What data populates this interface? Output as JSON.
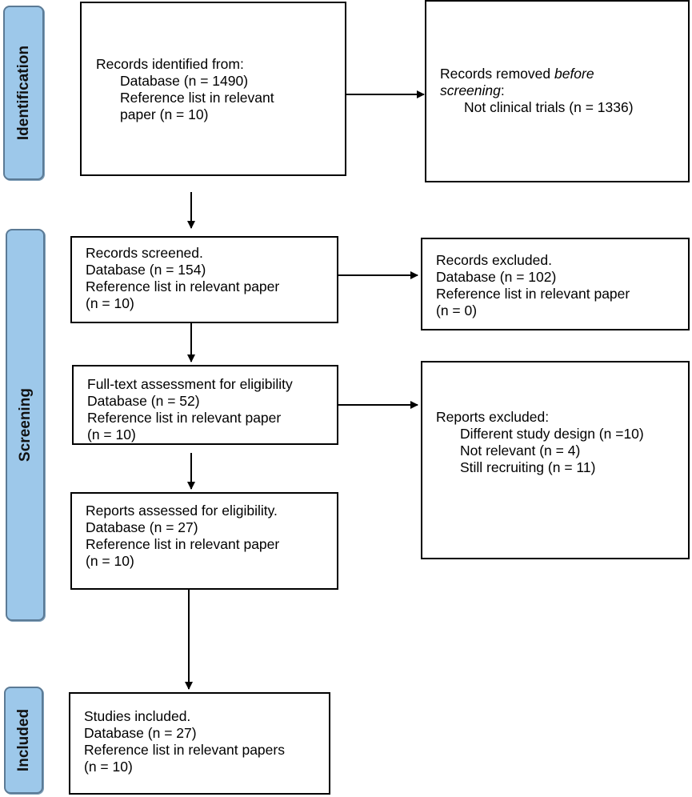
{
  "phases": {
    "identification": "Identification",
    "screening": "Screening",
    "included": "Included"
  },
  "identified": {
    "title": "Records identified from:",
    "database": "Database (n = 1490)",
    "reference_a": "Reference list in relevant",
    "reference_b": "paper (n = 10)"
  },
  "removed": {
    "part1": "Records removed ",
    "part2_italic": "before",
    "part3_italic": "screening",
    "part4": ":",
    "detail": "Not clinical trials (n = 1336)"
  },
  "screened": {
    "title": "Records screened.",
    "database": "Database (n = 154)",
    "reference": "Reference list in relevant paper",
    "reference_n": "(n = 10)"
  },
  "excluded": {
    "title": "Records excluded.",
    "database": "Database (n = 102)",
    "reference": "Reference list in relevant paper",
    "reference_n": "(n = 0)"
  },
  "fulltext": {
    "title": "Full-text assessment for eligibility",
    "database": "Database (n = 52)",
    "reference": "Reference list in relevant paper",
    "reference_n": "(n = 10)"
  },
  "reports_excluded": {
    "title": "Reports excluded:",
    "items": [
      "Different study design (n =10)",
      "Not relevant (n = 4)",
      "Still recruiting (n = 11)"
    ]
  },
  "assessed": {
    "title": "Reports assessed for eligibility.",
    "database": "Database (n = 27)",
    "reference": "Reference list in relevant paper",
    "reference_n": "(n = 10)"
  },
  "included_box": {
    "title": "Studies included.",
    "database": "Database (n = 27)",
    "reference": "Reference list in relevant papers",
    "reference_n": "(n = 10)"
  }
}
